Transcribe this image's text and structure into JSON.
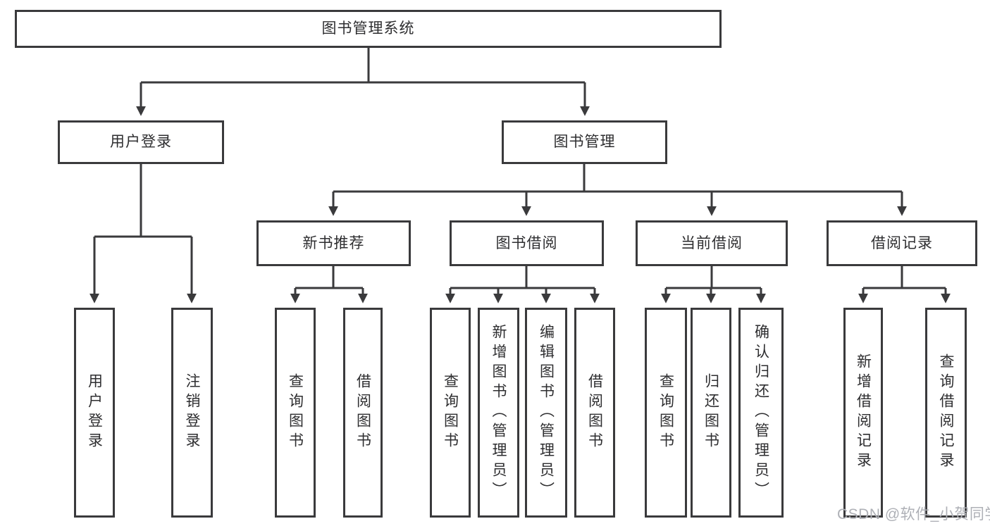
{
  "diagram": {
    "title": "图书管理系统",
    "colors": {
      "line": "#3a3a3c",
      "text": "#2e2e30",
      "box_background": "#ffffff",
      "watermark": "#aeb0b6"
    },
    "nodes": {
      "root": "图书管理系统",
      "level2": [
        "用户登录",
        "图书管理"
      ],
      "level3": [
        "新书推荐",
        "图书借阅",
        "当前借阅",
        "借阅记录"
      ],
      "leaves_login": [
        "用户登录",
        "注销登录"
      ],
      "leaves_newbook": [
        "查询图书",
        "借阅图书"
      ],
      "leaves_borrow": [
        "查询图书",
        "新增图书（管理员）",
        "编辑图书（管理员）",
        "借阅图书"
      ],
      "leaves_current": [
        "查询图书",
        "归还图书",
        "确认归还（管理员）"
      ],
      "leaves_record": [
        "新增借阅记录",
        "查询借阅记录"
      ]
    },
    "watermark": "CSDN @软件_小贺同学"
  }
}
